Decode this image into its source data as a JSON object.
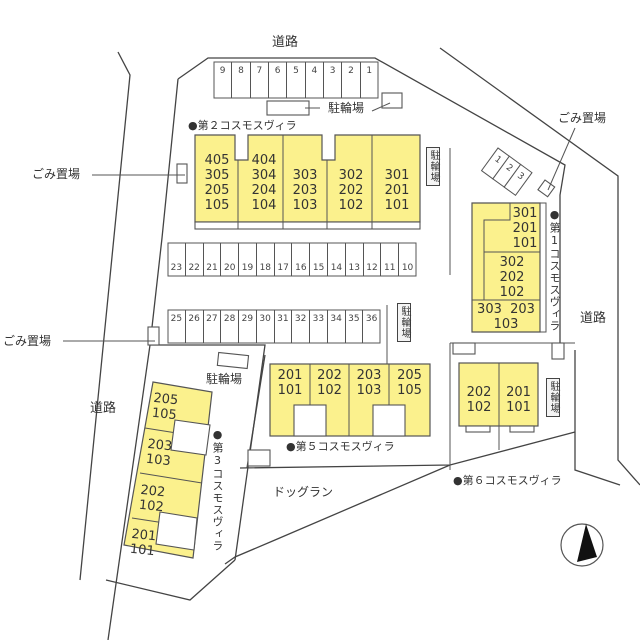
{
  "roads": {
    "top": "道路",
    "left": "道路",
    "right": "道路"
  },
  "facilities": {
    "bicycle_parking": "駐輪場",
    "garbage": "ごみ置場",
    "dog_run": "ドッグラン"
  },
  "parking_top": [
    "9",
    "8",
    "7",
    "6",
    "5",
    "4",
    "3",
    "2",
    "1"
  ],
  "parking_mid_top": [
    "23",
    "22",
    "21",
    "20",
    "19",
    "18",
    "17",
    "16",
    "15",
    "14",
    "13",
    "12",
    "11",
    "10"
  ],
  "parking_mid_bottom": [
    "25",
    "26",
    "27",
    "28",
    "29",
    "30",
    "31",
    "32",
    "33",
    "34",
    "35",
    "36"
  ],
  "parking_right": [
    "1",
    "2",
    "3"
  ],
  "buildings": {
    "cosmo1": {
      "name": "●第1コスモスヴィラ",
      "units": [
        "301\n201\n101",
        "302\n202\n102",
        "303  203\n103"
      ]
    },
    "cosmo2": {
      "name": "●第２コスモスヴィラ",
      "units": [
        "405\n305\n205\n105",
        "404\n304\n204\n104",
        "303\n203\n103",
        "302\n202\n102",
        "301\n201\n101"
      ]
    },
    "cosmo3": {
      "name": "●第3コスモスヴィラ",
      "units": [
        "205\n105",
        "203\n103",
        "202\n102",
        "201\n101"
      ]
    },
    "cosmo5": {
      "name": "●第５コスモスヴィラ",
      "units": [
        "201\n101",
        "202\n102",
        "203\n103",
        "205\n105"
      ]
    },
    "cosmo6": {
      "name": "●第６コスモスヴィラ",
      "units": [
        "202\n102",
        "201\n101"
      ]
    }
  },
  "compass": {
    "direction": "N"
  }
}
